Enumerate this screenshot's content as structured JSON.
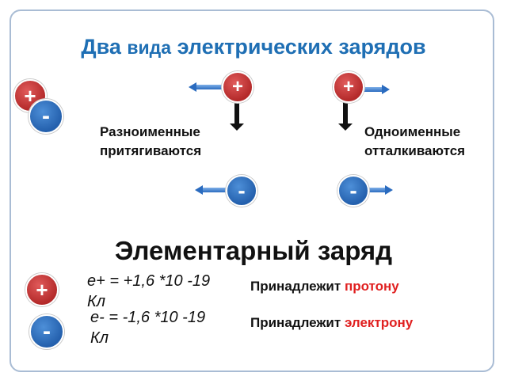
{
  "title": {
    "main_a": "Два",
    "small": "вида",
    "main_b": "электрических зарядов"
  },
  "charges": {
    "plus": "+",
    "minus": "-"
  },
  "labels": {
    "opposite_line1": "Разноименные",
    "opposite_line2": "притягиваются",
    "same_line1": "Одноименные",
    "same_line2": "отталкиваются"
  },
  "elementary": {
    "heading": "Элементарный заряд",
    "proton_formula": "e+ = +1,6 *10 -19",
    "proton_unit": "Кл",
    "electron_formula": "e- = -1,6 *10 -19",
    "electron_unit": "Кл",
    "belongs_word": "Принадлежит",
    "proton_word": "протону",
    "electron_word": "электрону"
  },
  "colors": {
    "title": "#1f6fb4",
    "plus": "#c0392b",
    "minus": "#2a6bbf",
    "arrow": "#2a6bbf",
    "accent": "#e02020"
  }
}
